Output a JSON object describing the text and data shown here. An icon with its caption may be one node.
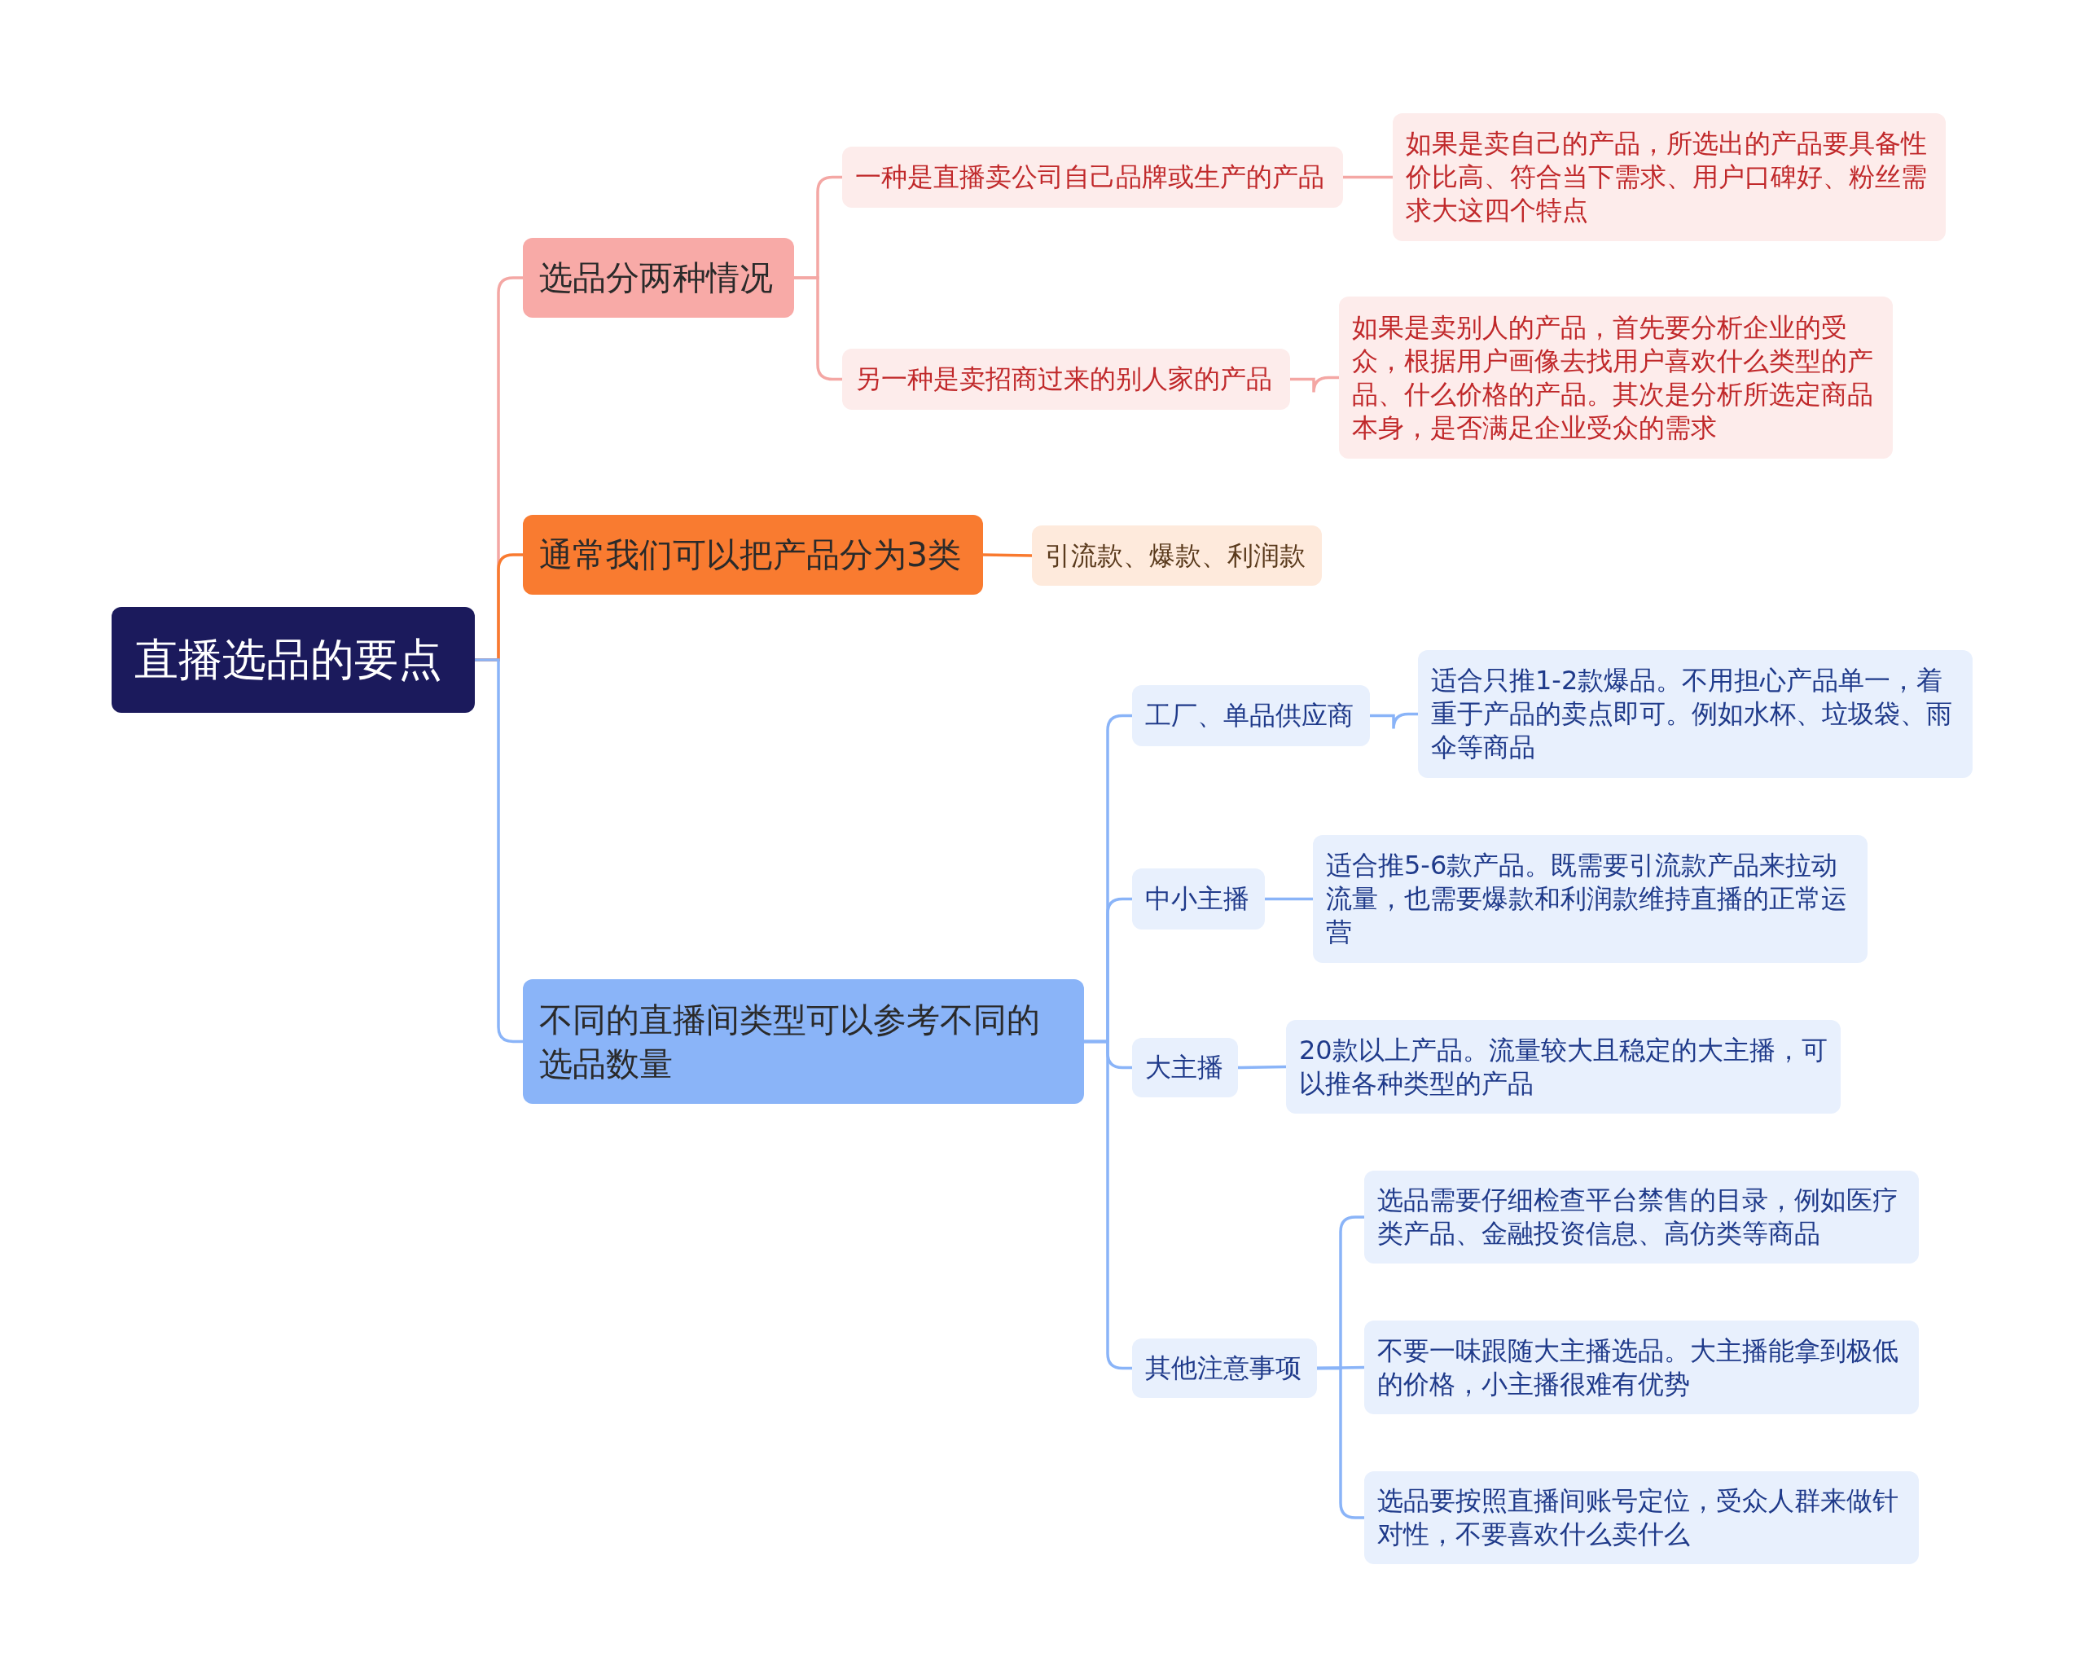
{
  "diagram": {
    "nodes": [
      {
        "text": [
          "直播选品的要点"
        ]
      },
      {
        "text": [
          "选品分两种情况"
        ]
      },
      {
        "text": [
          "一种是直播卖公司自己品牌或生产的产品"
        ]
      },
      {
        "text": [
          "如果是卖自己的产品，所选出的产品要具备性价比高、符合当下需求、用户口碑好、粉丝需求大这四个特点"
        ]
      },
      {
        "text": [
          "另一种是卖招商过来的别人家的产品"
        ]
      },
      {
        "text": [
          "如果是卖别人的产品，首先要分析企业的受众，根据用户画像去找用户喜欢什么类型的产品、什么价格的产品。其次是分析所选定商品本身，是否满足企业受众的需求"
        ]
      },
      {
        "text": [
          "通常我们可以把产品分为3类"
        ]
      },
      {
        "text": [
          "引流款、爆款、利润款"
        ]
      },
      {
        "text": [
          "不同的直播间类型可以参考不同的选品数量"
        ]
      },
      {
        "text": [
          "工厂、单品供应商"
        ]
      },
      {
        "text": [
          "适合只推1-2款爆品。不用担心产品单一，着重于产品的卖点即可。例如水杯、垃圾袋、雨伞等商品"
        ]
      },
      {
        "text": [
          "中小主播"
        ]
      },
      {
        "text": [
          "适合推5-6款产品。既需要引流款产品来拉动流量，也需要爆款和利润款维持直播的正常运营"
        ]
      },
      {
        "text": [
          "大主播"
        ]
      },
      {
        "text": [
          "20款以上产品。流量较大且稳定的大主播，可以推各种类型的产品"
        ]
      },
      {
        "text": [
          "其他注意事项"
        ]
      },
      {
        "text": [
          "选品需要仔细检查平台禁售的目录，例如医疗类产品、金融投资信息、高仿类等商品"
        ]
      },
      {
        "text": [
          "不要一味跟随大主播选品。大主播能拿到极低的价格，小主播很难有优势"
        ]
      },
      {
        "text": [
          "选品要按照直播间账号定位，受众人群来做针对性，不要喜欢什么卖什么"
        ]
      }
    ],
    "edges": [
      {
        "from": 0,
        "to": 1,
        "arrow": "none",
        "color": "#f4a7a4"
      },
      {
        "from": 0,
        "to": 6,
        "arrow": "none",
        "color": "#f97a2f"
      },
      {
        "from": 0,
        "to": 8,
        "arrow": "none"
      },
      {
        "from": 1,
        "to": 2,
        "arrow": "none",
        "color": "#f4a7a4"
      },
      {
        "from": 1,
        "to": 4,
        "arrow": "none",
        "color": "#f4a7a4"
      },
      {
        "from": 2,
        "to": 3,
        "arrow": "none",
        "color": "#f4a7a4"
      },
      {
        "from": 4,
        "to": 5,
        "arrow": "none",
        "color": "#f4a7a4"
      },
      {
        "from": 6,
        "to": 7,
        "arrow": "none",
        "color": "#f97a2f"
      },
      {
        "from": 8,
        "to": 9,
        "arrow": "none"
      },
      {
        "from": 8,
        "to": 11,
        "arrow": "none"
      },
      {
        "from": 8,
        "to": 13,
        "arrow": "none"
      },
      {
        "from": 8,
        "to": 15,
        "arrow": "none"
      },
      {
        "from": 9,
        "to": 10,
        "arrow": "none"
      },
      {
        "from": 11,
        "to": 12,
        "arrow": "none"
      },
      {
        "from": 13,
        "to": 14,
        "arrow": "none"
      },
      {
        "from": 15,
        "to": 16,
        "arrow": "none"
      },
      {
        "from": 15,
        "to": 17,
        "arrow": "none"
      },
      {
        "from": 15,
        "to": 18,
        "arrow": "none"
      }
    ]
  }
}
